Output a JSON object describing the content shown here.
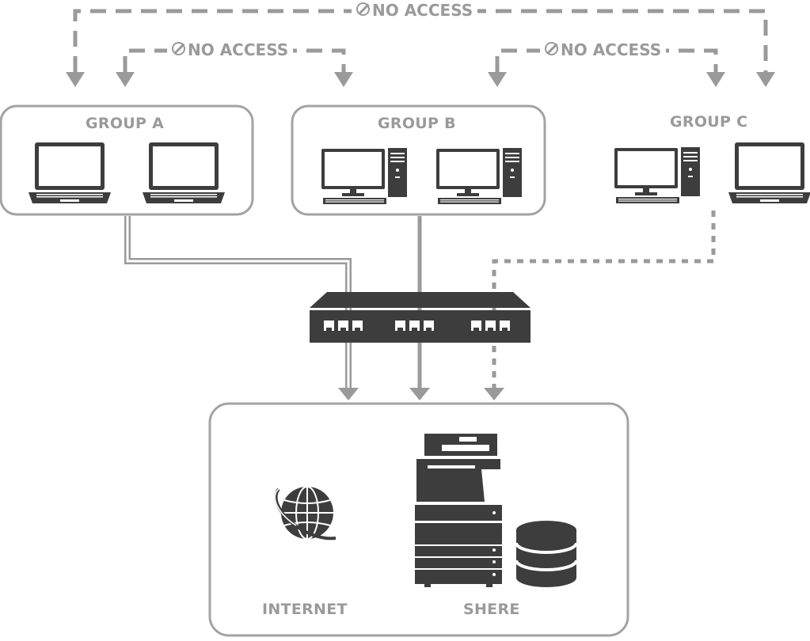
{
  "groups": [
    {
      "label": "GROUP A",
      "devices": [
        "laptop",
        "laptop"
      ],
      "framed": true
    },
    {
      "label": "GROUP B",
      "devices": [
        "desktop",
        "desktop"
      ],
      "framed": true
    },
    {
      "label": "GROUP C",
      "devices": [
        "desktop",
        "laptop"
      ],
      "framed": false
    }
  ],
  "no_access": {
    "top": "NO ACCESS",
    "left": "NO ACCESS",
    "right": "NO ACCESS"
  },
  "switch": {
    "name": "network-switch",
    "port_groups": 3,
    "ports_per_group": 3
  },
  "resources": {
    "internet_label": "INTERNET",
    "share_label": "SHERE"
  },
  "icons": [
    "laptop-icon",
    "desktop-computer-icon",
    "network-switch-icon",
    "globe-icon",
    "multifunction-printer-icon",
    "database-icon",
    "no-access-icon"
  ],
  "colors": {
    "line": "#9a9a9a",
    "device": "#3d3d3d",
    "frame": "#a3a3a3"
  }
}
